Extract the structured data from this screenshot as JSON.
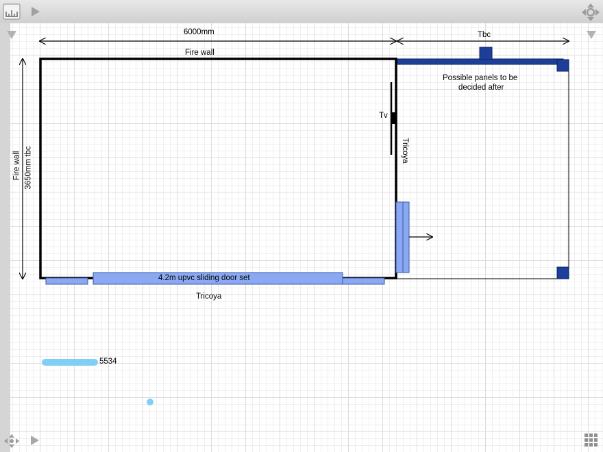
{
  "toolbar": {
    "ruler_icon": "ruler-icon",
    "back_icon": "arrow-right-icon",
    "pan_icon": "navigation-cross-icon"
  },
  "corners": {
    "top_left_arrow": "arrow-down-icon",
    "top_right_arrow": "arrow-down-icon",
    "bottom_left_move": "move-icon",
    "bottom_left_arrow": "arrow-right-icon",
    "bottom_right_grid": "grid-icon"
  },
  "plan": {
    "top_dimension": "6000mm",
    "right_dimension": "Tbc",
    "top_wall": "Fire wall",
    "left_wall": "Fire wall",
    "left_dimension": "3650mm tbc",
    "tv_label": "Tv",
    "right_wall": "Tricoya",
    "door_label": "4.2m upvc sliding door set",
    "bottom_wall": "Tricoya",
    "panels_note_line1": "Possible panels to be",
    "panels_note_line2": "decided after",
    "measure_value": "5534"
  },
  "colors": {
    "window_blue": "#8aa9f2",
    "panel_navy": "#1c3f9a",
    "cursor_blue": "#7fd0f4"
  }
}
